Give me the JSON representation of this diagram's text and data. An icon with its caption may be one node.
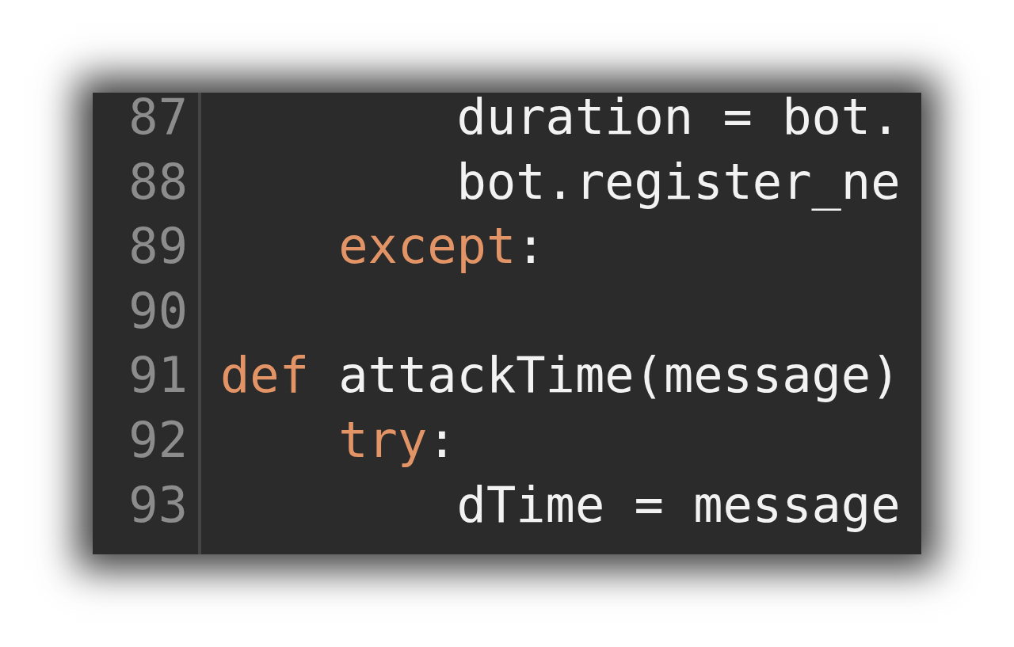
{
  "diagram": {
    "labels": [
      "87",
      "duration = bot.",
      "88",
      "bot.register_ne",
      "89",
      "except",
      ":",
      "90",
      "91",
      "def",
      "attackTime(message)",
      "92",
      "try",
      ":",
      "93",
      "dTime = message"
    ]
  }
}
